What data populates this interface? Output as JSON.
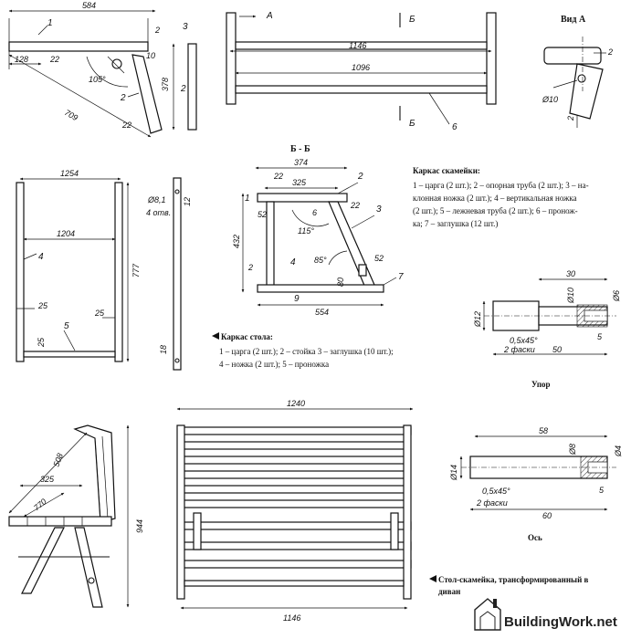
{
  "top_left": {
    "dim_length": "584",
    "dim_128": "128",
    "dim_22a": "22",
    "dim_2a": "2",
    "dim_10": "10",
    "angle": "105°",
    "dim_709": "709",
    "dim_22b": "22",
    "callout_1": "1",
    "callout_2": "2",
    "side_dim_378": "378",
    "side_callout_3": "3",
    "side_callout_2": "2"
  },
  "top_middle": {
    "arrow_a": "А",
    "arrow_b_top": "Б",
    "arrow_b_bottom": "Б",
    "dim_1146": "1146",
    "dim_1096": "1096",
    "callout_6": "6"
  },
  "view_a": {
    "title": "Вид А",
    "dim_2a": "2",
    "dim_d10": "Ø10",
    "dim_2b": "2"
  },
  "bench_section": {
    "title": "Б - Б",
    "dim_374": "374",
    "dim_22a": "22",
    "dim_325": "325",
    "dim_22b": "22",
    "dim_52a": "52",
    "dim_6": "6",
    "dim_432": "432",
    "angle_115": "115°",
    "angle_85": "85°",
    "dim_2": "2",
    "dim_80": "80",
    "dim_52b": "52",
    "dim_554": "554",
    "callout_1": "1",
    "callout_2": "2",
    "callout_3": "3",
    "callout_4": "4",
    "callout_7": "7",
    "callout_9": "9"
  },
  "bench_frame_caption": {
    "title": "Каркас скамейки:",
    "lines": [
      "1 – царга (2 шт.); 2 – опорная труба (2 шт.); 3 – на-",
      "клонная ножка (2 шт.); 4 – вертикальная ножка",
      "(2 шт.); 5 – лежневая труба (2 шт.); 6 – пронож-",
      "ка; 7 – заглушка (12 шт.)"
    ]
  },
  "table_frame": {
    "dim_1254": "1254",
    "dim_1204": "1204",
    "dim_777": "777",
    "dim_25a": "25",
    "dim_25b": "25",
    "dim_25c": "25",
    "callout_4": "4",
    "callout_5": "5",
    "hole_dim": "Ø8,1",
    "hole_note": "4 отв.",
    "dim_12": "12",
    "dim_18": "18"
  },
  "table_frame_caption": {
    "title": "Каркас стола:",
    "lines": [
      "1 – царга (2 шт.); 2 – стойка 3 – заглушка (10 шт.);",
      "4 – ножка (2 шт.); 5 – проножка"
    ]
  },
  "stop_part": {
    "title": "Упор",
    "dim_30": "30",
    "dim_d10": "Ø10",
    "dim_d6": "Ø6",
    "dim_d12": "Ø12",
    "chamfer": "0,5x45°",
    "chamfer_note": "2 фаски",
    "dim_50": "50",
    "dim_5": "5"
  },
  "axis_part": {
    "title": "Ось",
    "dim_58": "58",
    "dim_d8": "Ø8",
    "dim_d4": "Ø4",
    "dim_d14": "Ø14",
    "chamfer": "0,5x45°",
    "chamfer_note": "2 фаски",
    "dim_60": "60",
    "dim_5": "5"
  },
  "side_view": {
    "dim_508": "508",
    "dim_325": "325",
    "dim_770": "770",
    "dim_944": "944"
  },
  "sofa_view": {
    "dim_1240": "1240",
    "dim_1146": "1146"
  },
  "sofa_caption": {
    "line1": "Стол-скамейка, трансформированный в",
    "line2": "диван"
  },
  "watermark": {
    "text": "BuildingWork.net"
  }
}
